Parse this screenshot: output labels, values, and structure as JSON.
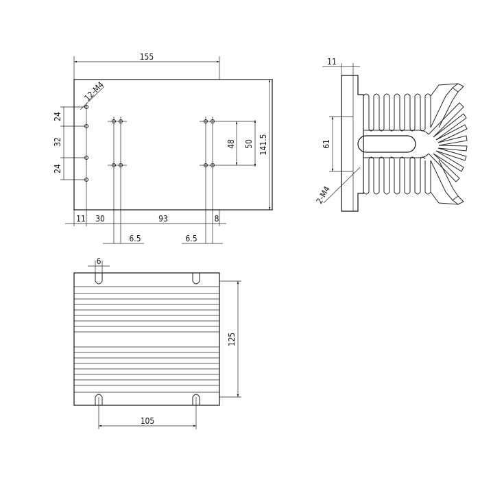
{
  "top_view": {
    "width_dim": "155",
    "height_dim": "141.5",
    "thread_note": "12-M4",
    "left_dims": [
      "24",
      "32",
      "24"
    ],
    "right_inner_dims": [
      "48",
      "50"
    ],
    "bottom_dims": [
      "11",
      "30",
      "93",
      "8"
    ],
    "slot_dims": [
      "6.5",
      "6.5"
    ]
  },
  "side_view": {
    "top_dim": "11",
    "vertical_dim": "61",
    "thread_note": "2-M4"
  },
  "front_view": {
    "slot_dim": "6",
    "height_dim": "125",
    "width_dim": "105"
  }
}
